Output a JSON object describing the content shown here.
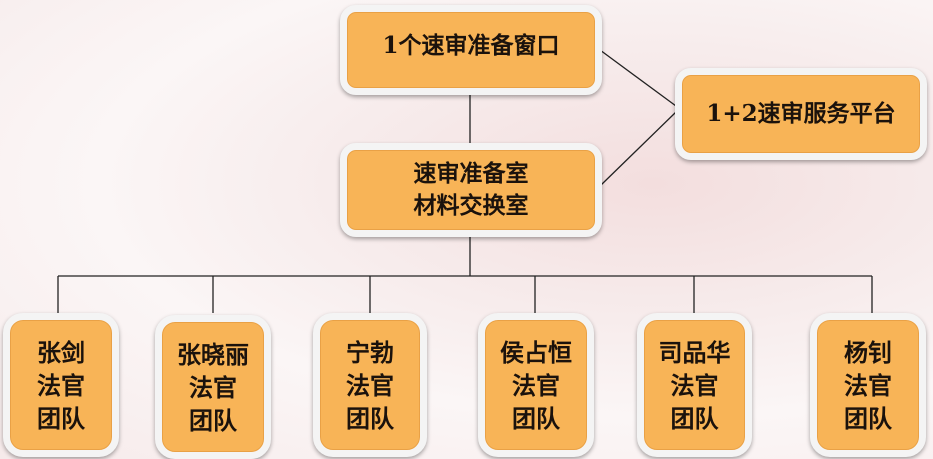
{
  "nodes": {
    "window": "1个速审准备窗口",
    "platform": "1+2速审服务平台",
    "room_line1": "速审准备室",
    "room_line2": "材料交换室"
  },
  "teams": [
    {
      "name": "张剑",
      "role": "法官",
      "unit": "团队"
    },
    {
      "name": "张晓丽",
      "role": "法官",
      "unit": "团队"
    },
    {
      "name": "宁勃",
      "role": "法官",
      "unit": "团队"
    },
    {
      "name": "侯占恒",
      "role": "法官",
      "unit": "团队"
    },
    {
      "name": "司品华",
      "role": "法官",
      "unit": "团队"
    },
    {
      "name": "杨钊",
      "role": "法官",
      "unit": "团队"
    }
  ],
  "colors": {
    "box": "#f8b457",
    "line": "#222222"
  }
}
